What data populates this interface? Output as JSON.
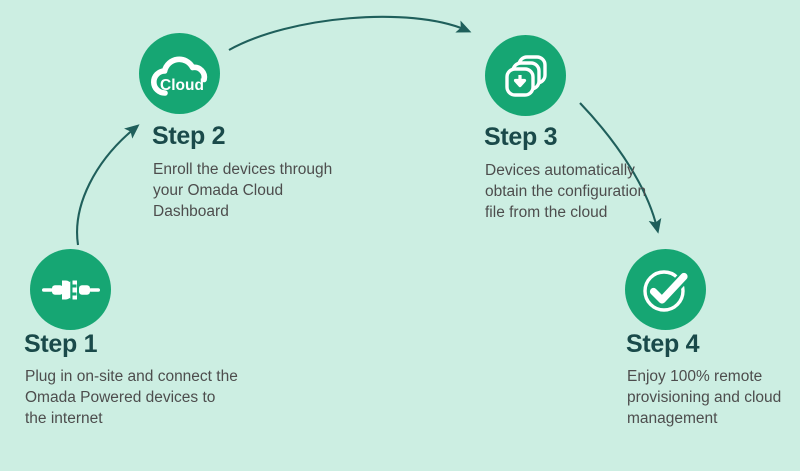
{
  "theme": {
    "background": "#cceee2",
    "circle_green": "#16a673",
    "title_color": "#1a4a4a",
    "body_color": "#4d4d4d",
    "arrow_color": "#1f5f5b",
    "icon_color": "#ffffff"
  },
  "steps": [
    {
      "id": "step-1",
      "icon": "plug-connector-icon",
      "title": "Step 1",
      "description": "Plug in on-site and connect the Omada Powered devices to the internet"
    },
    {
      "id": "step-2",
      "icon": "cloud-icon",
      "icon_label": "Cloud",
      "title": "Step 2",
      "description": "Enroll the devices through your Omada Cloud Dashboard"
    },
    {
      "id": "step-3",
      "icon": "download-stack-icon",
      "title": "Step 3",
      "description": "Devices automatically obtain the configuration file from the cloud"
    },
    {
      "id": "step-4",
      "icon": "check-circle-icon",
      "title": "Step 4",
      "description": "Enjoy 100% remote provisioning and cloud management"
    }
  ],
  "arrows": [
    {
      "id": "arrow-step1-to-step2",
      "from": "step-1",
      "to": "step-2"
    },
    {
      "id": "arrow-step2-to-step3",
      "from": "step-2",
      "to": "step-3"
    },
    {
      "id": "arrow-step3-to-step4",
      "from": "step-3",
      "to": "step-4"
    }
  ]
}
